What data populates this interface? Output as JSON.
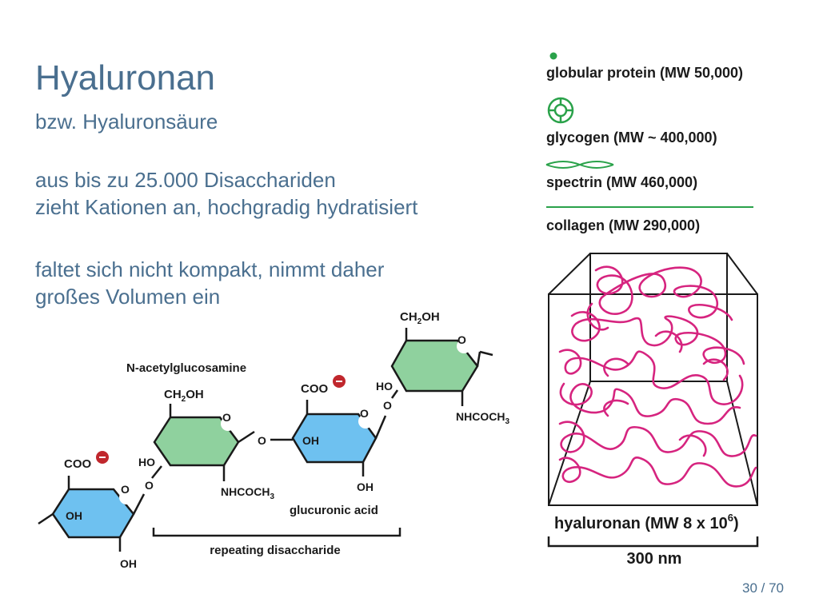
{
  "slide": {
    "title": "Hyaluronan",
    "subtitle": "bzw. Hyaluronsäure",
    "block1": [
      "aus bis zu 25.000 Disacchariden",
      "zieht Kationen an, hochgradig hydratisiert"
    ],
    "block2": [
      "faltet sich nicht kompakt, nimmt daher",
      "großes Volumen ein"
    ],
    "page": "30 / 70"
  },
  "size_figure": {
    "items": [
      {
        "label": "globular protein (MW 50,000)",
        "icon": "dot-icon"
      },
      {
        "label": "glycogen (MW ~ 400,000)",
        "icon": "glycogen-icon"
      },
      {
        "label": "spectrin (MW 460,000)",
        "icon": "helix-icon"
      },
      {
        "label": "collagen (MW 290,000)",
        "icon": "line-icon"
      }
    ],
    "hyaluronan_label": "hyaluronan (MW 8 x 10",
    "hyaluronan_exp": "6",
    "hyaluronan_close": ")",
    "scale_label": "300 nm",
    "colors": {
      "green": "#2aa24a",
      "magenta": "#d6247f"
    }
  },
  "molecule": {
    "title": "N-acetylglucosamine",
    "ch2oh": "CH",
    "sub2": "2",
    "oh_suffix": "OH",
    "coo": "COO",
    "oh": "OH",
    "ho": "HO",
    "o": "O",
    "nhcoch": "NHCOCH",
    "sub3": "3",
    "glucuronic_label": "glucuronic acid",
    "repeat_label": "repeating disaccharide",
    "colors": {
      "green_ring": "#8fd19e",
      "blue_ring": "#6ec1f0",
      "minus": "#c0272d"
    }
  }
}
